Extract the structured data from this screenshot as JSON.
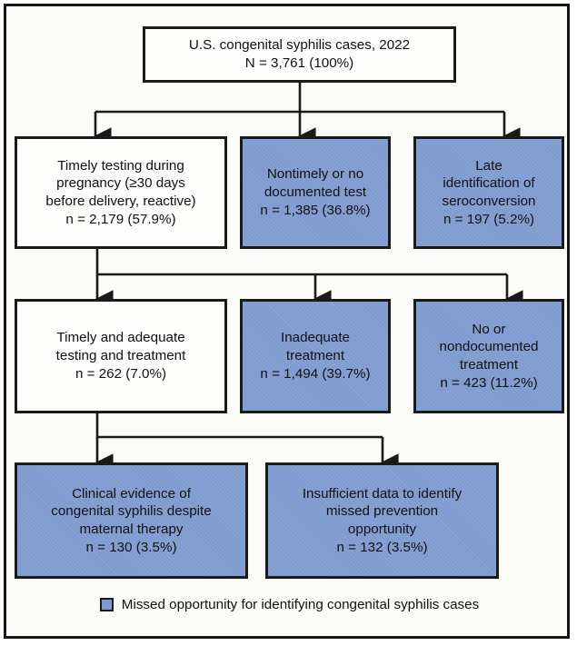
{
  "figure": {
    "title_box": {
      "id": "total-cases",
      "fill": "white",
      "lines": [
        "U.S. congenital syphilis cases, 2022",
        "N = 3,761 (100%)"
      ]
    },
    "rows": [
      {
        "row": 2,
        "nodes": [
          {
            "id": "timely-testing",
            "fill": "white",
            "lines": [
              "Timely testing during",
              "pregnancy (≥30 days",
              "before delivery, reactive)",
              "n = 2,179 (57.9%)"
            ]
          },
          {
            "id": "nontimely-no-test",
            "fill": "blue",
            "lines": [
              "Nontimely or no",
              "documented test",
              "n = 1,385 (36.8%)"
            ]
          },
          {
            "id": "late-seroconversion",
            "fill": "blue",
            "lines": [
              "Late",
              "identification of",
              "seroconversion",
              "n = 197 (5.2%)"
            ]
          }
        ]
      },
      {
        "row": 3,
        "nodes": [
          {
            "id": "timely-adequate-treatment",
            "fill": "white",
            "lines": [
              "Timely and adequate",
              "testing and treatment",
              "n = 262 (7.0%)"
            ]
          },
          {
            "id": "inadequate-treatment",
            "fill": "blue",
            "lines": [
              "Inadequate",
              "treatment",
              "n = 1,494 (39.7%)"
            ]
          },
          {
            "id": "no-nondocumented-treatment",
            "fill": "blue",
            "lines": [
              "No or",
              "nondocumented",
              "treatment",
              "n = 423 (11.2%)"
            ]
          }
        ]
      },
      {
        "row": 4,
        "nodes": [
          {
            "id": "clinical-evidence-despite-therapy",
            "fill": "blue",
            "lines": [
              "Clinical evidence of",
              "congenital syphilis despite",
              "maternal therapy",
              "n = 130 (3.5%)"
            ]
          },
          {
            "id": "insufficient-data",
            "fill": "blue",
            "lines": [
              "Insufficient data to identify",
              "missed prevention",
              "opportunity",
              "n = 132 (3.5%)"
            ]
          }
        ]
      }
    ],
    "legend": {
      "swatch_color": "#7d9bcf",
      "label": "Missed opportunity for identifying congenital syphilis cases"
    },
    "colors": {
      "highlight_fill": "#7d9bcf",
      "plain_fill": "#fdfdfb",
      "border": "#1a1a1a",
      "page_background": "#fbfcf7"
    }
  }
}
